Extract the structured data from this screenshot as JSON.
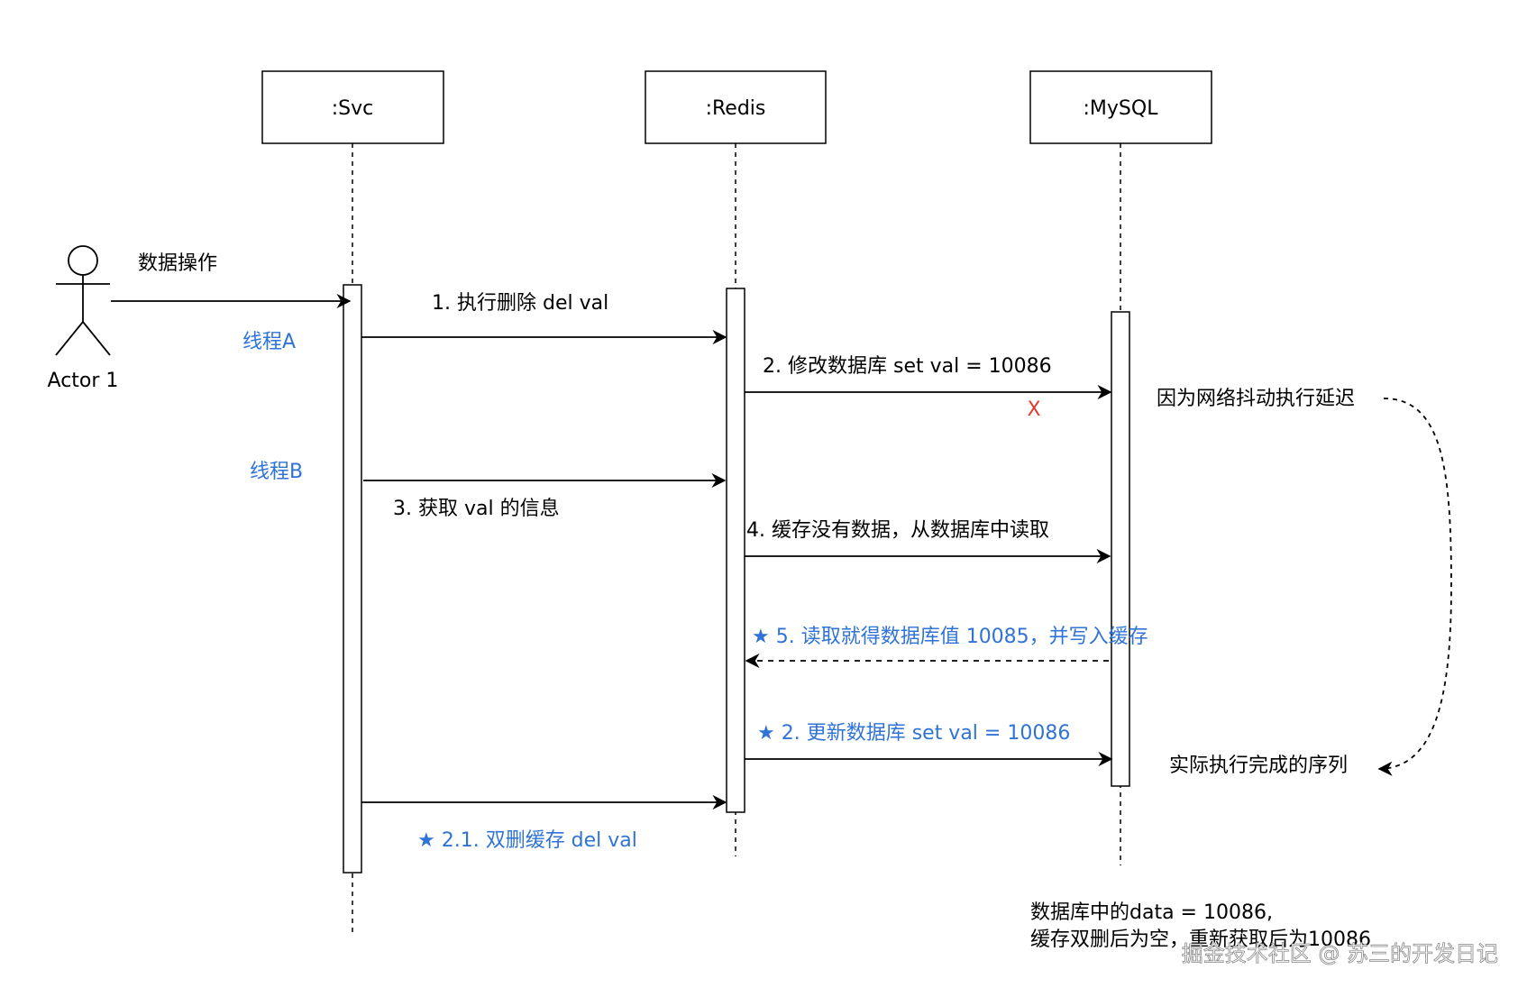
{
  "colors": {
    "line": "#000000",
    "accent": "#2f73d6",
    "error": "#e03a2f"
  },
  "participants": {
    "svc": ":Svc",
    "redis": ":Redis",
    "mysql": ":MySQL"
  },
  "actor": {
    "label": "Actor 1"
  },
  "threads": {
    "a": "线程A",
    "b": "线程B"
  },
  "messages": {
    "op": "数据操作",
    "m1": "1. 执行删除 del val",
    "m2": "2. 修改数据库  set val = 10086",
    "m2_fail": "X",
    "m3": "3. 获取 val 的信息",
    "m4": "4. 缓存没有数据，从数据库中读取",
    "m5": "★ 5. 读取就得数据库值 10085，并写入缓存",
    "m6": "★ 2. 更新数据库  set val = 10086",
    "m7": "★ 2.1. 双删缓存  del val"
  },
  "notes": {
    "delay": "因为网络抖动执行延迟",
    "actual": "实际执行完成的序列",
    "summary_line1": "数据库中的data = 10086,",
    "summary_line2": "缓存双删后为空，重新获取后为10086"
  },
  "watermark": "掘金技术社区 @ 苏三的开发日记"
}
